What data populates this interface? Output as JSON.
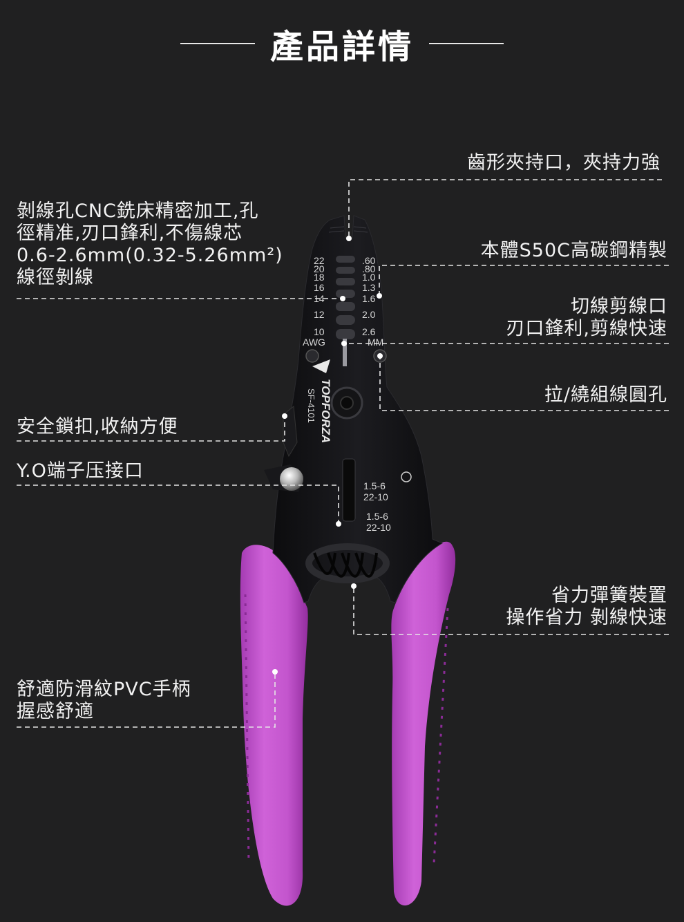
{
  "title": "產品詳情",
  "annotations": {
    "jaw_grip": "齒形夾持口，夾持力強",
    "strip_holes": [
      "剝線孔CNC銑床精密加工,孔",
      "徑精准,刃口鋒利,不傷線芯",
      "0.6-2.6mm(0.32-5.26mm²)",
      "線徑剝線"
    ],
    "body_steel": "本體S50C高碳鋼精製",
    "cutter": [
      "切線剪線口",
      "刃口鋒利,剪線快速"
    ],
    "twist_hole": "拉/繞組線圓孔",
    "safety_lock": "安全鎖扣,收納方便",
    "terminal_crimp": "Y.O端子压接口",
    "spring": [
      "省力彈簧裝置",
      "操作省力 剝線快速"
    ],
    "handle": [
      "舒適防滑紋PVC手柄",
      "握感舒適"
    ]
  },
  "tool": {
    "brand": "TOPFORZA",
    "model": "SF-4101",
    "awg_scale": [
      "22",
      "20",
      "18",
      "16",
      "14",
      "12",
      "10",
      "AWG"
    ],
    "mm_scale": [
      ".60",
      ".80",
      "1.0",
      "1.3",
      "1.6",
      "2.0",
      "2.6",
      "MM"
    ],
    "crimp_marks": [
      "1.5-6",
      "22-10",
      "1.5-6",
      "22-10"
    ]
  },
  "colors": {
    "background": "#202021",
    "handle": "#c85ad0",
    "metal": "#141416"
  }
}
